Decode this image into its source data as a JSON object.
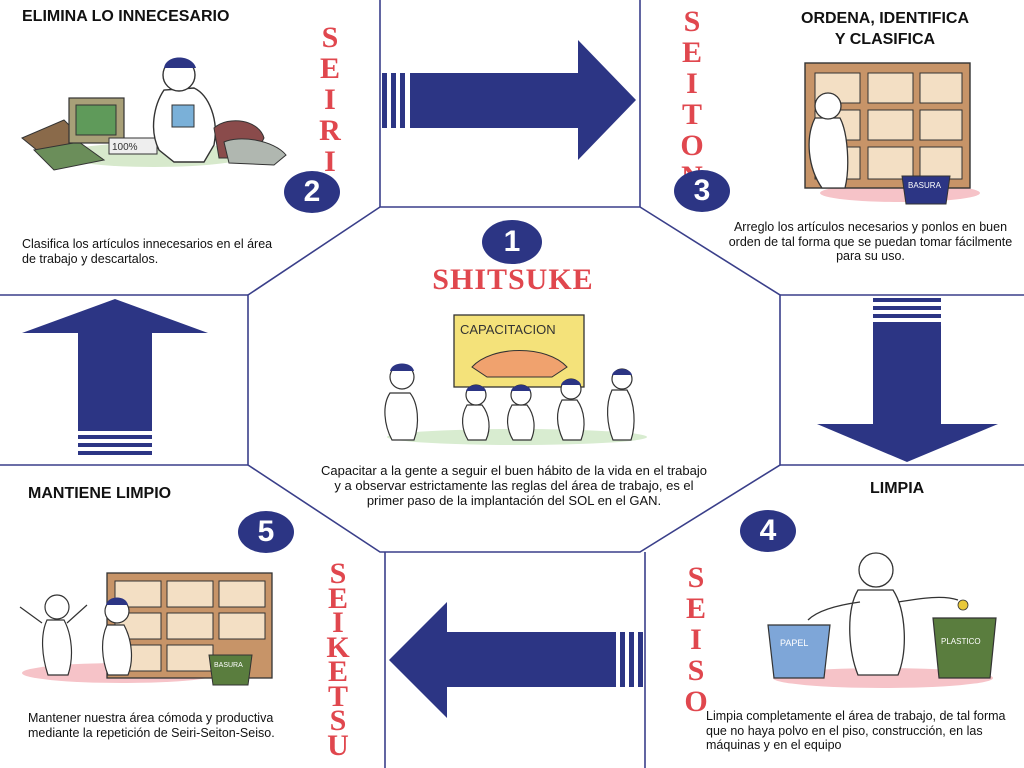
{
  "center": {
    "number": "1",
    "title": "SHITSUKE",
    "sign_text": "CAPACITACION",
    "description": "Capacitar a la gente  a seguir el buen hábito de la vida en el trabajo y a observar estrictamente las reglas del área de trabajo, es el primer paso de la implantación del SOL en el GAN."
  },
  "seiri": {
    "heading": "ELIMINA LO INNECESARIO",
    "word": "SEIRI",
    "number": "2",
    "description": "Clasifica los artículos innecesarios en el área de trabajo y descartalos.",
    "box_label": "100%"
  },
  "seiton": {
    "heading_line1": "ORDENA, IDENTIFICA",
    "heading_line2": "Y CLASIFICA",
    "word": "SEITON",
    "number": "3",
    "description": "Arreglo los artículos necesarios y ponlos en buen orden de tal forma que se puedan tomar fácilmente para su uso.",
    "bin_label": "BASURA"
  },
  "seiso": {
    "heading": "LIMPIA",
    "word": "SEISO",
    "number": "4",
    "description": "Limpia completamente el área de trabajo, de tal forma que no haya polvo en el piso, construcción, en las máquinas y en el equipo",
    "bin1_label": "PAPEL",
    "bin2_label": "PLASTICO"
  },
  "seiketsu": {
    "heading": "MANTIENE LIMPIO",
    "word": "SEIKETSU",
    "number": "5",
    "description": "Mantener nuestra área cómoda y productiva mediante la repetición de Seiri-Seiton-Seiso.",
    "bin_label": "BASURA"
  },
  "colors": {
    "arrow": "#2c3584",
    "word": "#e0474e",
    "badge": "#2c3584"
  }
}
